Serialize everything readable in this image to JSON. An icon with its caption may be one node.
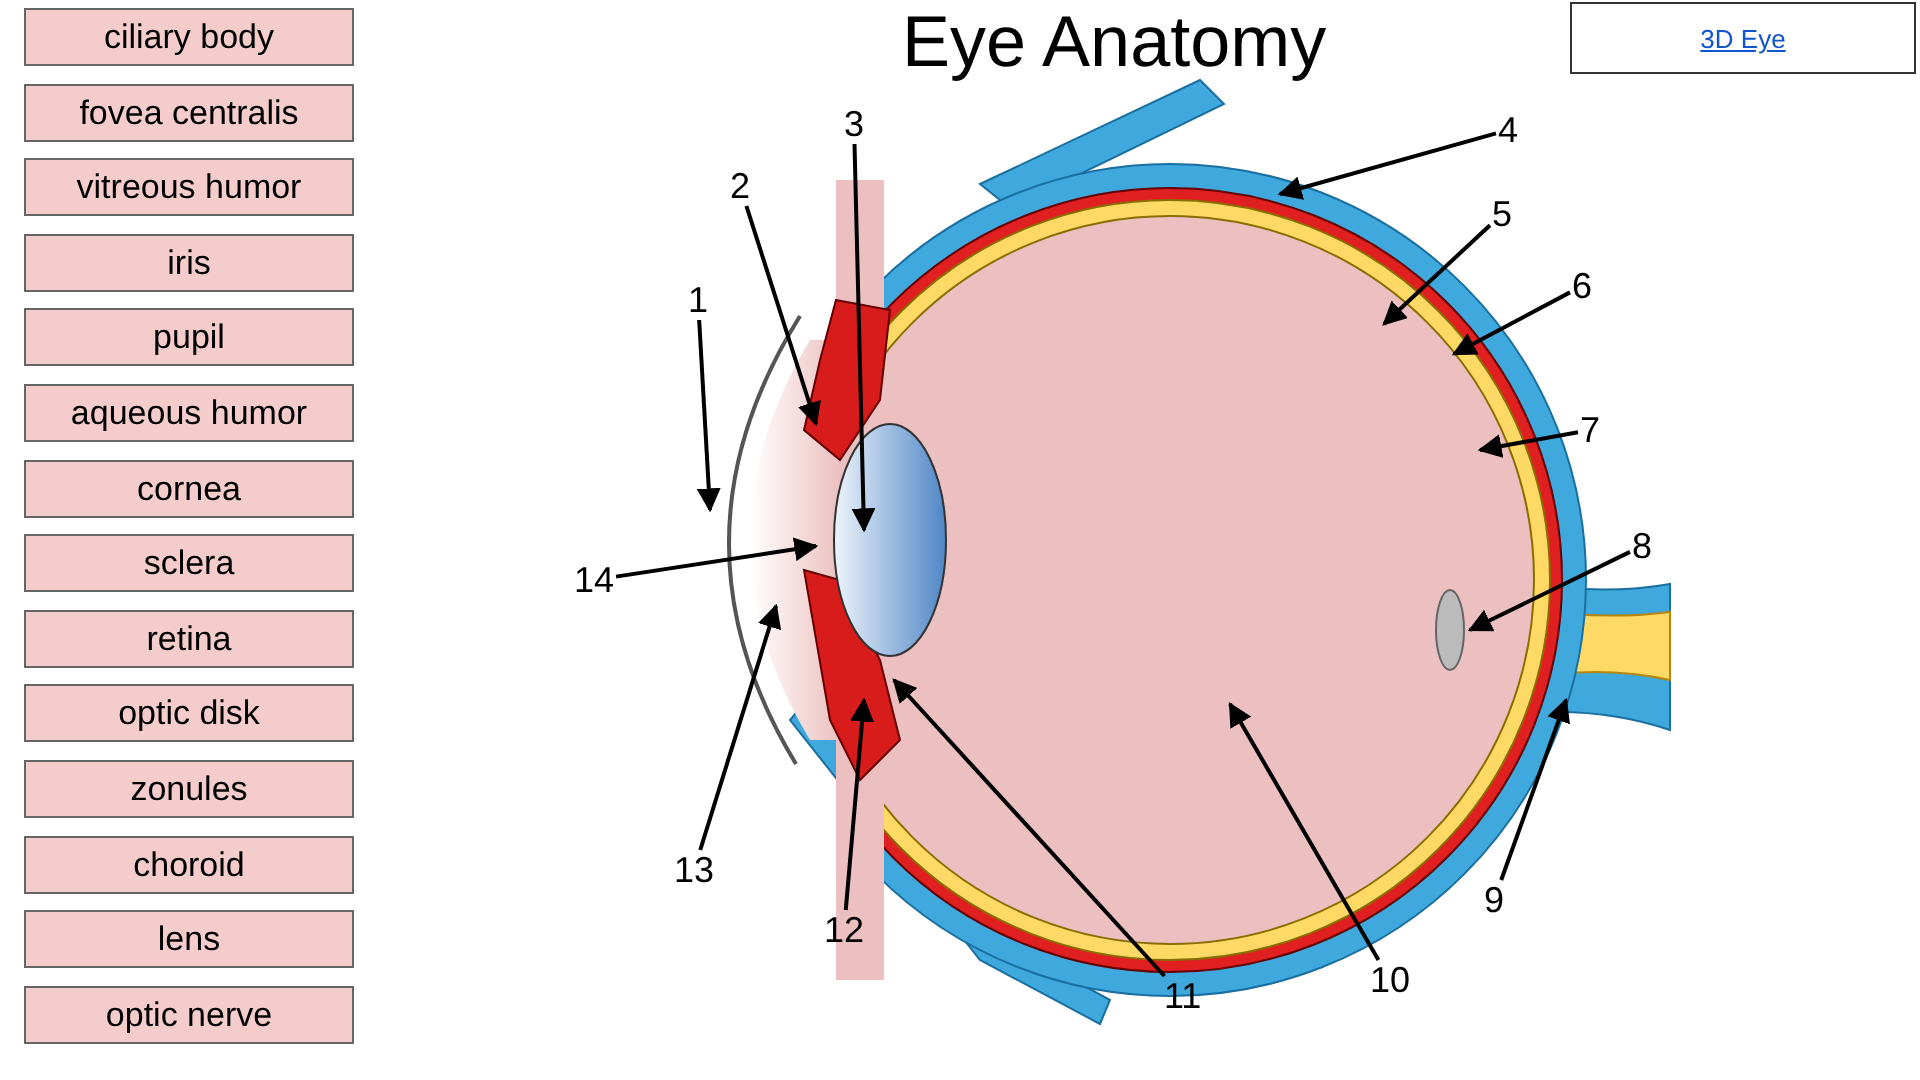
{
  "diagram": {
    "title": "Eye Anatomy",
    "nodes": [
      {
        "text": [
          "ciliary body"
        ]
      },
      {
        "text": [
          "fovea centralis"
        ]
      },
      {
        "text": [
          "vitreous humor"
        ]
      },
      {
        "text": [
          "iris"
        ]
      },
      {
        "text": [
          "pupil"
        ]
      },
      {
        "text": [
          "aqueous humor"
        ]
      },
      {
        "text": [
          "cornea"
        ]
      },
      {
        "text": [
          "sclera"
        ]
      },
      {
        "text": [
          "retina"
        ]
      },
      {
        "text": [
          "optic disk"
        ]
      },
      {
        "text": [
          "zonules"
        ]
      },
      {
        "text": [
          "choroid"
        ]
      },
      {
        "text": [
          "lens"
        ]
      },
      {
        "text": [
          "optic nerve"
        ]
      },
      {
        "text": [
          "3D Eye"
        ]
      },
      {
        "text": [
          "1"
        ]
      },
      {
        "text": [
          "2"
        ]
      },
      {
        "text": [
          "3"
        ]
      },
      {
        "text": [
          "4"
        ]
      },
      {
        "text": [
          "5"
        ]
      },
      {
        "text": [
          "6"
        ]
      },
      {
        "text": [
          "7"
        ]
      },
      {
        "text": [
          "8"
        ]
      },
      {
        "text": [
          "9"
        ]
      },
      {
        "text": [
          "10"
        ]
      },
      {
        "text": [
          "11"
        ]
      },
      {
        "text": [
          "12"
        ]
      },
      {
        "text": [
          "13"
        ]
      },
      {
        "text": [
          "14"
        ]
      }
    ],
    "edges": [
      {
        "from": 15,
        "to": null,
        "arrow": "to"
      },
      {
        "from": 16,
        "to": null,
        "arrow": "to"
      },
      {
        "from": 17,
        "to": null,
        "arrow": "to"
      },
      {
        "from": 18,
        "to": null,
        "arrow": "to"
      },
      {
        "from": 19,
        "to": null,
        "arrow": "to"
      },
      {
        "from": 20,
        "to": null,
        "arrow": "to"
      },
      {
        "from": 21,
        "to": null,
        "arrow": "to"
      },
      {
        "from": 22,
        "to": null,
        "arrow": "to"
      },
      {
        "from": 23,
        "to": null,
        "arrow": "to"
      },
      {
        "from": 24,
        "to": null,
        "arrow": "to"
      },
      {
        "from": 25,
        "to": null,
        "arrow": "to"
      },
      {
        "from": 26,
        "to": null,
        "arrow": "to"
      },
      {
        "from": 27,
        "to": null,
        "arrow": "to"
      },
      {
        "from": 28,
        "to": null,
        "arrow": "to"
      }
    ]
  }
}
